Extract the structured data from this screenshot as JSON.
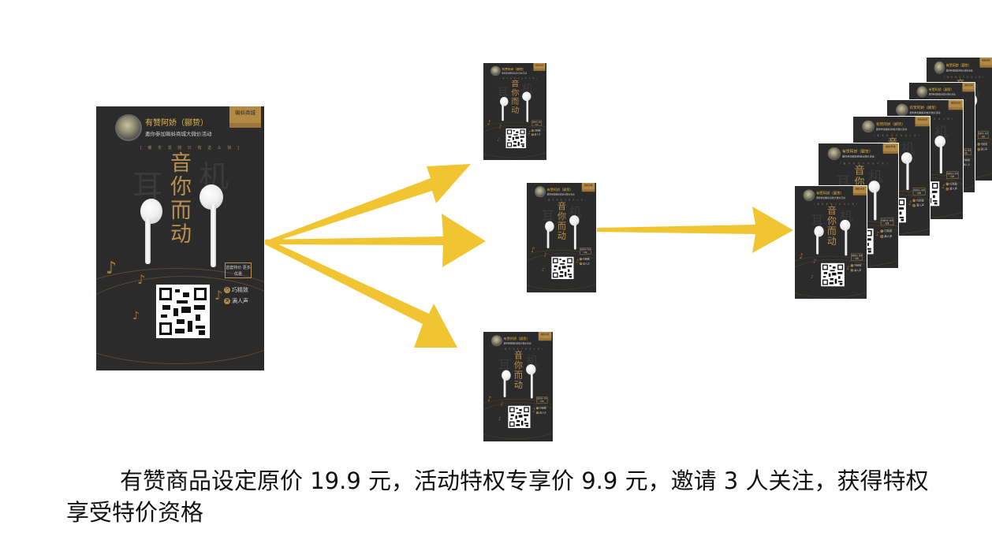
{
  "poster": {
    "username": "有赞阿娇（郦贽）",
    "invite_text": "邀你参加蝌蚪商城大微价活动",
    "brand": "蝌蚪商城",
    "tagline": "[ 暖 冬 发 烧 只 有 这 么 快 ]",
    "title_chars": [
      "音",
      "你",
      "而",
      "动"
    ],
    "badge": "首套特价 更多优惠",
    "features": [
      {
        "icon": "巧",
        "label": "巧精致"
      },
      {
        "icon": "满",
        "label": "满人声"
      }
    ]
  },
  "caption": "有赞商品设定原价 19.9 元，活动特权专享价 9.9 元，邀请 3 人关注，获得特权享受特价资格",
  "colors": {
    "arrow": "#f0c531",
    "poster_bg": "#2b2b2b",
    "accent_gold": "#b89050"
  }
}
